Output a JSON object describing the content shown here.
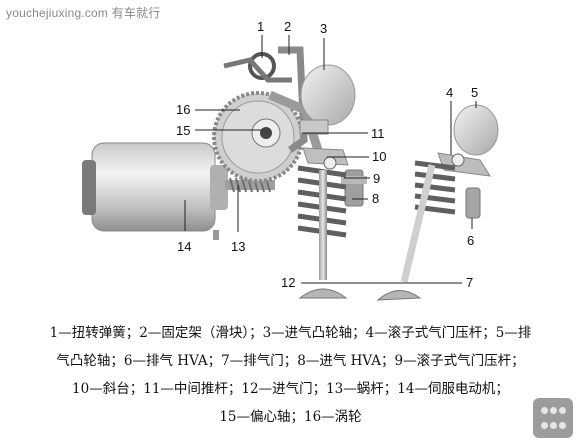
{
  "watermark": "youchejiuxing.com 有车就行",
  "part_numbers": [
    "1",
    "2",
    "3",
    "4",
    "5",
    "6",
    "7",
    "8",
    "9",
    "10",
    "11",
    "12",
    "13",
    "14",
    "15",
    "16"
  ],
  "caption_lines": [
    "1—扭转弹簧；2—固定架（滑块）；3—进气凸轮轴；4—滚子式气门压杆；5—排",
    "气凸轮轴；6—排气 HVA；7—排气门；8—进气 HVA；9—滚子式气门压杆；",
    "10—斜台；11—中间推杆；12—进气门；13—蜗杆；14—伺服电动机；",
    "15—偏心轴；16—涡轮"
  ],
  "colors": {
    "metal_light": "#e4e4e4",
    "metal_mid": "#b9b9b9",
    "metal_dark": "#8c8c8c",
    "spring": "#6e6e6e",
    "accent_gray": "#9c9c9c"
  }
}
